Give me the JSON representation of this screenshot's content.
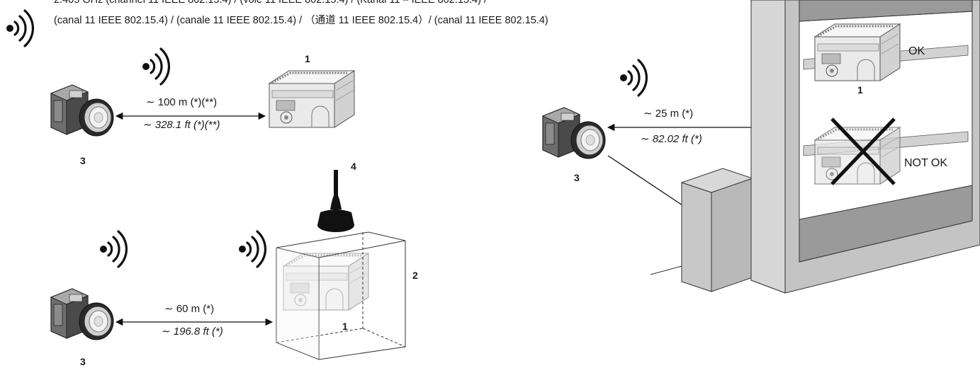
{
  "header": {
    "line1": "2.405 GHz (channel 11 IEEE 802.15.4) / (voie 11 IEEE 802.15.4) / (Kanal 11 – IEEE 802.15.4) /",
    "line2": "(canal 11 IEEE 802.15.4) / (canale 11 IEEE 802.15.4) / （通道 11 IEEE 802.15.4）/ (canal 11 IEEE 802.15.4)"
  },
  "labels": {
    "controller": "1",
    "enclosure": "2",
    "push_button": "3",
    "antenna": "4"
  },
  "ranges": {
    "direct_m": "∼ 100 m (*)(**)",
    "direct_ft": "∼ 328.1 ft (*)(**)",
    "enclosure_m": "∼ 60 m (*)",
    "enclosure_ft": "∼ 196.8 ft (*)",
    "cabinet_m": "∼ 25 m (*)",
    "cabinet_ft": "∼ 82.02 ft (*)"
  },
  "status": {
    "ok": "OK",
    "not_ok": "NOT OK"
  },
  "icons": [
    "wireless-signal-icon",
    "push-button-icon",
    "controller-module-icon",
    "antenna-icon",
    "cross-icon"
  ]
}
